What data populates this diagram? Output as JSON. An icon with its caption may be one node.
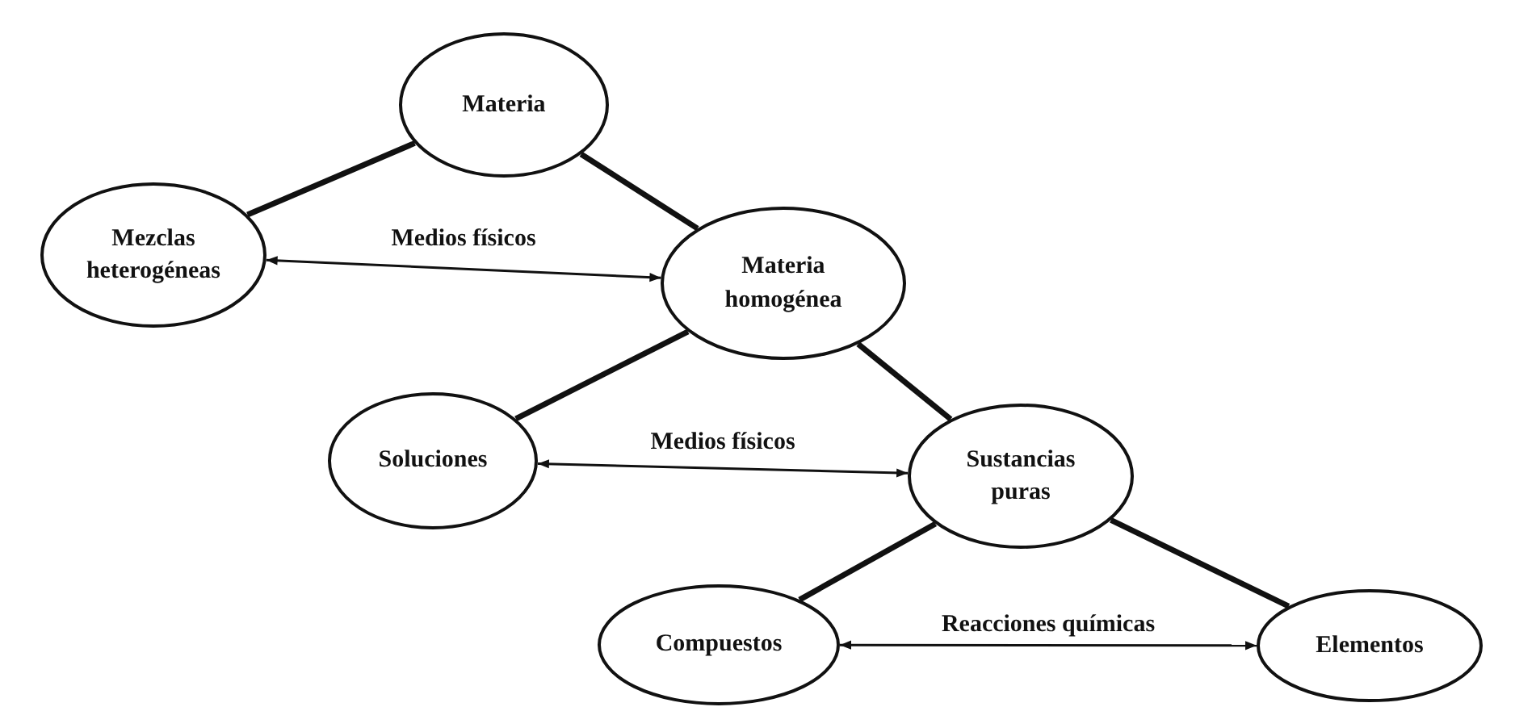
{
  "diagram": {
    "nodes": [
      {
        "text": [
          "Materia"
        ]
      },
      {
        "text": [
          "Mezclas heterogéneas"
        ]
      },
      {
        "text": [
          "Materia homogénea"
        ]
      },
      {
        "text": [
          "Soluciones"
        ]
      },
      {
        "text": [
          "Sustancias puras"
        ]
      },
      {
        "text": [
          "Compuestos"
        ]
      },
      {
        "text": [
          "Elementos"
        ]
      }
    ],
    "edges": [
      {
        "from": 0,
        "to": 1,
        "arrow": "none"
      },
      {
        "from": 0,
        "to": 2,
        "arrow": "none"
      },
      {
        "from": 1,
        "to": 2,
        "arrow": "both",
        "label": "Medios físicos"
      },
      {
        "from": 2,
        "to": 3,
        "arrow": "none"
      },
      {
        "from": 2,
        "to": 4,
        "arrow": "none"
      },
      {
        "from": 3,
        "to": 4,
        "arrow": "both",
        "label": "Medios físicos"
      },
      {
        "from": 4,
        "to": 5,
        "arrow": "none"
      },
      {
        "from": 4,
        "to": 6,
        "arrow": "none"
      },
      {
        "from": 5,
        "to": 6,
        "arrow": "both",
        "label": "Reacciones químicas"
      }
    ]
  }
}
